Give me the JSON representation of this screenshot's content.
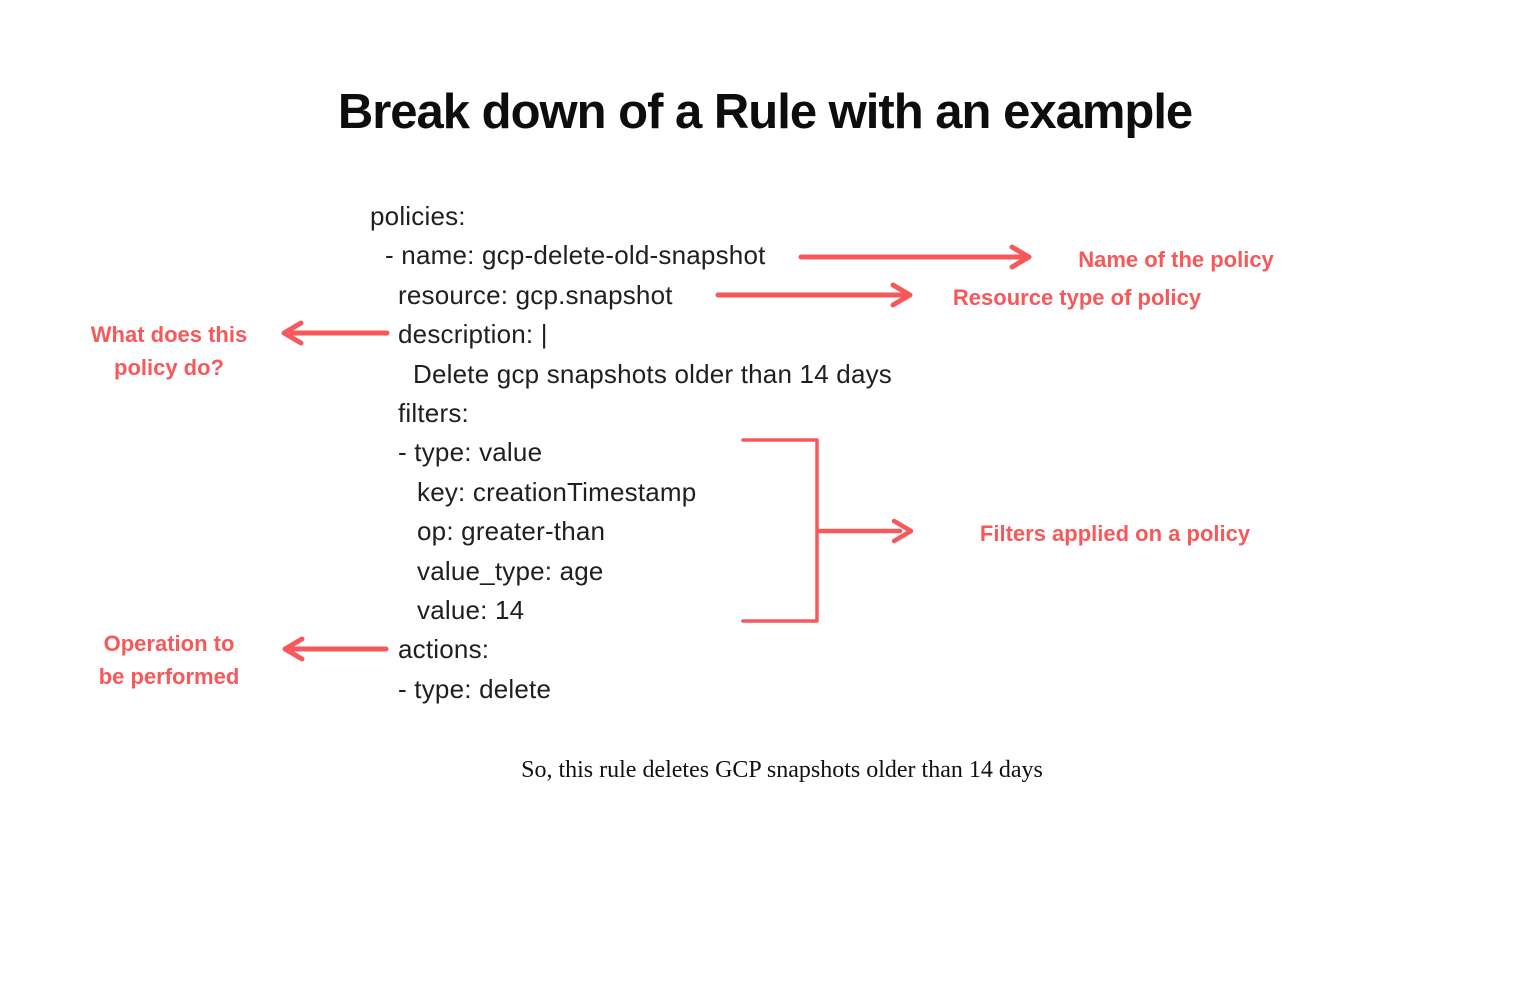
{
  "title": "Break down of a Rule with an example",
  "code": {
    "language": "yaml",
    "lines": [
      "policies:",
      "- name: gcp-delete-old-snapshot",
      "resource: gcp.snapshot",
      "description: |",
      "Delete gcp snapshots older than 14 days",
      "filters:",
      "- type: value",
      "key: creationTimestamp",
      "op: greater-than",
      "value_type: age",
      "value: 14",
      "actions:",
      "- type: delete"
    ]
  },
  "annotations": {
    "name_label": "Name of the policy",
    "resource_label": "Resource type of policy",
    "description_label_line1": "What does this",
    "description_label_line2": "policy do?",
    "filters_label": "Filters applied on a policy",
    "actions_label_line1": "Operation to",
    "actions_label_line2": "be performed"
  },
  "footer": "So, this rule deletes GCP snapshots older than 14 days",
  "colors": {
    "accent": "#f7595b",
    "text": "#1f1f1f",
    "background": "#ffffff"
  }
}
